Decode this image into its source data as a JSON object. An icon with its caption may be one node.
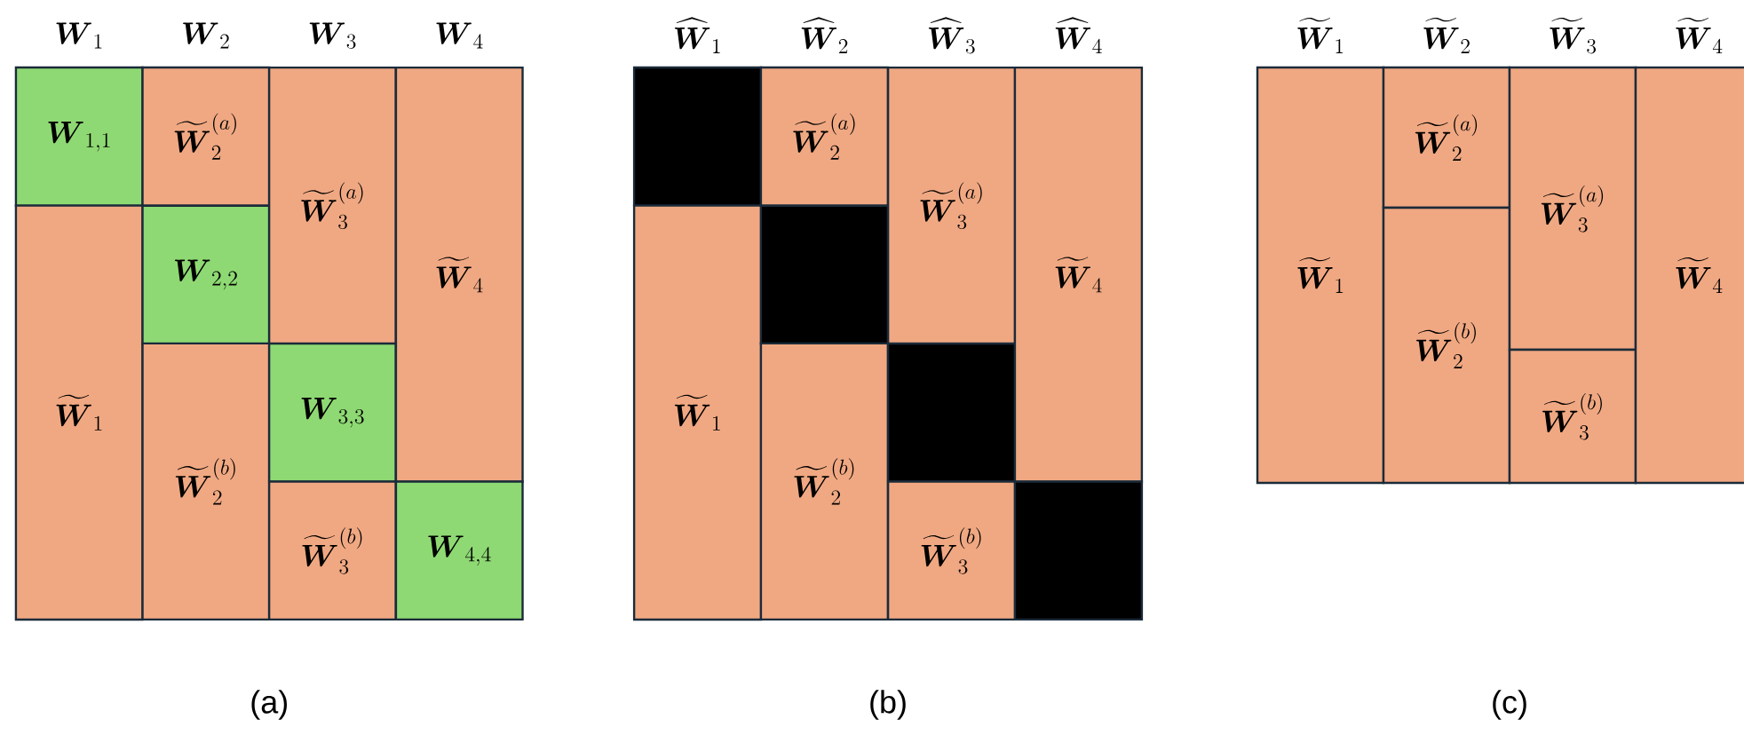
{
  "diagram": {
    "nodes": [
      {
        "text": [
          "\\boldsymbol{W}_{1,1}"
        ]
      },
      {
        "text": [
          "\\widetilde{\\boldsymbol{W}}_1"
        ]
      },
      {
        "text": [
          "\\widetilde{\\boldsymbol{W}}_2^{(a)}"
        ]
      },
      {
        "text": [
          "\\boldsymbol{W}_{2,2}"
        ]
      },
      {
        "text": [
          "\\widetilde{\\boldsymbol{W}}_2^{(b)}"
        ]
      },
      {
        "text": [
          "\\widetilde{\\boldsymbol{W}}_3^{(a)}"
        ]
      },
      {
        "text": [
          "\\boldsymbol{W}_{3,3}"
        ]
      },
      {
        "text": [
          "\\widetilde{\\boldsymbol{W}}_3^{(b)}"
        ]
      },
      {
        "text": [
          "\\widetilde{\\boldsymbol{W}}_4"
        ]
      },
      {
        "text": [
          "\\boldsymbol{W}_{4,4}"
        ]
      },
      {
        "text": [],
        "shape": "box"
      },
      {
        "text": [
          "\\widetilde{\\boldsymbol{W}}_1"
        ]
      },
      {
        "text": [
          "\\widetilde{\\boldsymbol{W}}_2^{(a)}"
        ]
      },
      {
        "text": [],
        "shape": "box"
      },
      {
        "text": [
          "\\widetilde{\\boldsymbol{W}}_2^{(b)}"
        ]
      },
      {
        "text": [
          "\\widetilde{\\boldsymbol{W}}_3^{(a)}"
        ]
      },
      {
        "text": [],
        "shape": "box"
      },
      {
        "text": [
          "\\widetilde{\\boldsymbol{W}}_3^{(b)}"
        ]
      },
      {
        "text": [
          "\\widetilde{\\boldsymbol{W}}_4"
        ]
      },
      {
        "text": [],
        "shape": "box"
      },
      {
        "text": [
          "\\widetilde{\\boldsymbol{W}}_1"
        ]
      },
      {
        "text": [
          "\\widetilde{\\boldsymbol{W}}_2^{(a)}"
        ]
      },
      {
        "text": [
          "\\widetilde{\\boldsymbol{W}}_2^{(b)}"
        ]
      },
      {
        "text": [
          "\\widetilde{\\boldsymbol{W}}_3^{(a)}"
        ]
      },
      {
        "text": [
          "\\widetilde{\\boldsymbol{W}}_3^{(b)}"
        ]
      },
      {
        "text": [
          "\\widetilde{\\boldsymbol{W}}_4"
        ]
      }
    ],
    "labels": [
      "\\boldsymbol{W}_1",
      "\\boldsymbol{W}_2",
      "\\boldsymbol{W}_3",
      "\\boldsymbol{W}_4",
      "\\widehat{\\boldsymbol{W}}_1",
      "\\widehat{\\boldsymbol{W}}_2",
      "\\widehat{\\boldsymbol{W}}_3",
      "\\widehat{\\boldsymbol{W}}_4",
      "\\widetilde{\\boldsymbol{W}}_1",
      "\\widetilde{\\boldsymbol{W}}_2",
      "\\widetilde{\\boldsymbol{W}}_3",
      "\\widetilde{\\boldsymbol{W}}_4",
      "(a)",
      "(b)",
      "(c)"
    ]
  }
}
